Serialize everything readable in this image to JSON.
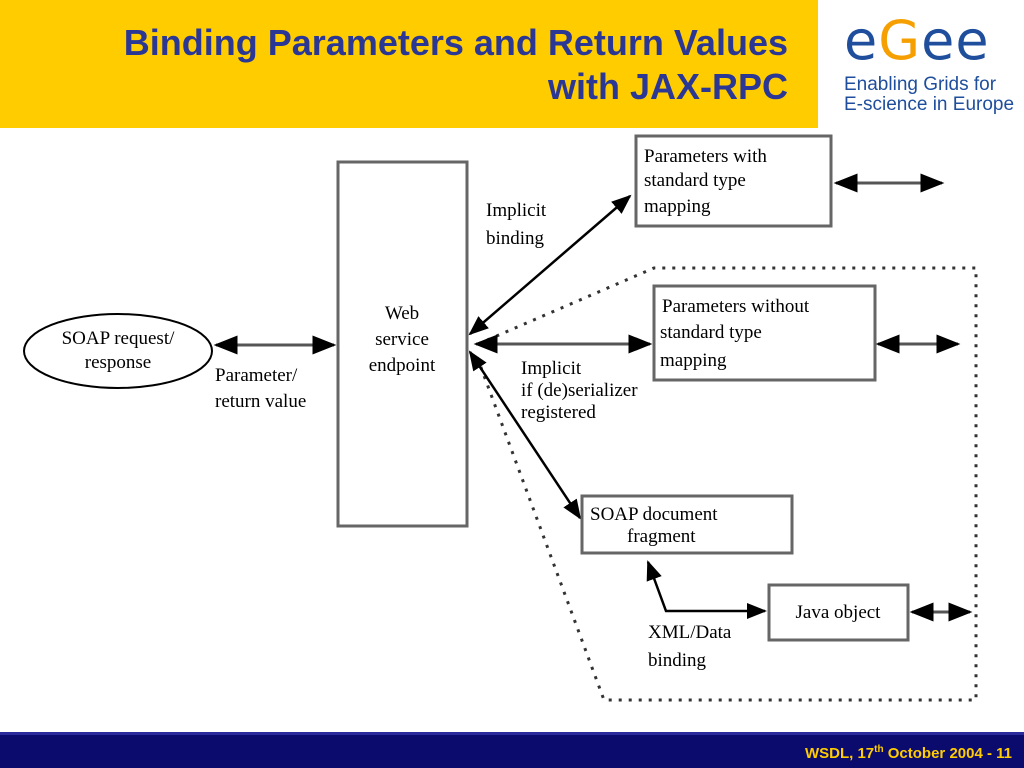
{
  "title": {
    "line1": "Binding Parameters and Return Values",
    "line2": "with JAX-RPC"
  },
  "logo": {
    "wordmark_1": "e",
    "wordmark_2": "G",
    "wordmark_3": "ee",
    "tagline_1": "Enabling Grids for",
    "tagline_2": "E-science in Europe"
  },
  "diagram": {
    "soap_request": {
      "line1": "SOAP request/",
      "line2": "response"
    },
    "param_return": {
      "line1": "Parameter/",
      "line2": "return value"
    },
    "endpoint": {
      "line1": "Web",
      "line2": "service",
      "line3": "endpoint"
    },
    "implicit_binding": {
      "line1": "Implicit",
      "line2": "binding"
    },
    "params_standard": {
      "line1": "Parameters with",
      "line2": "standard type",
      "line3": "mapping"
    },
    "params_nonstandard": {
      "line1": "Parameters without",
      "line2": "standard type",
      "line3": "mapping"
    },
    "implicit_serializer": {
      "line1": "Implicit",
      "line2": "if (de)serializer",
      "line3": "registered"
    },
    "soap_fragment": {
      "line1": "SOAP document",
      "line2": "fragment"
    },
    "java_object": {
      "label": "Java object"
    },
    "xml_binding": {
      "line1": "XML/Data",
      "line2": "binding"
    }
  },
  "footer": {
    "prefix": "WSDL, 17",
    "sup": "th",
    "suffix": " October 2004  - 11"
  },
  "colors": {
    "title_bar": "#ffcc00",
    "title_text": "#2b3794",
    "footer_bg": "#0b0b6e",
    "footer_text": "#ffcc00",
    "box_fill": "#ffffff",
    "box_stroke": "#666666"
  }
}
